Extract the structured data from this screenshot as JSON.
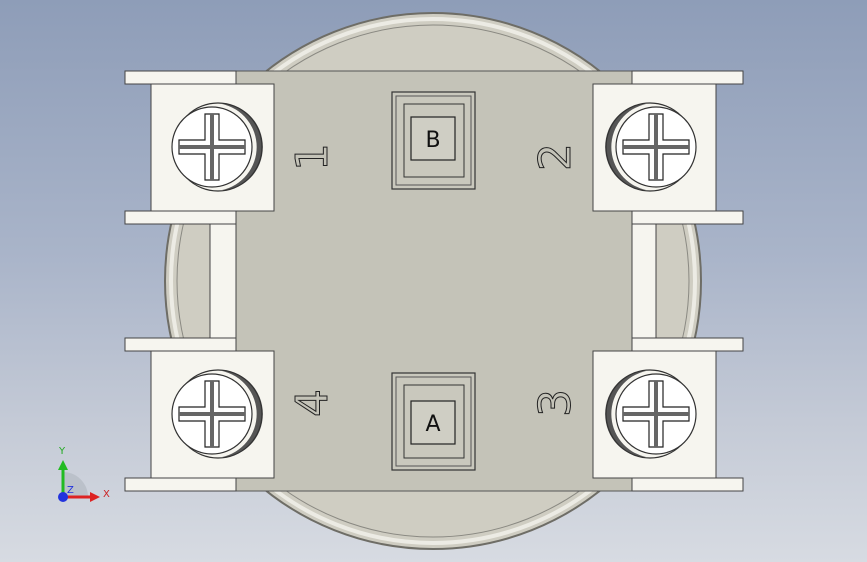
{
  "viewport": {
    "background_top": "#8e9db8",
    "background_bottom": "#d7dbe2"
  },
  "model": {
    "body_color": "#c4c3b8",
    "terminal_color": "#f6f5ef",
    "disc_color": "#cfcdc2",
    "buttons": [
      {
        "id": "top",
        "letter": "B"
      },
      {
        "id": "bottom",
        "letter": "A"
      }
    ],
    "terminals": [
      {
        "position": "top-left",
        "number": "1"
      },
      {
        "position": "top-right",
        "number": "2"
      },
      {
        "position": "bottom-right",
        "number": "3"
      },
      {
        "position": "bottom-left",
        "number": "4"
      }
    ]
  },
  "triad": {
    "y_label": "Y",
    "x_label": "X",
    "z_label": "Z",
    "y_color": "#22bb22",
    "x_color": "#dd2222",
    "z_color": "#2233dd"
  }
}
